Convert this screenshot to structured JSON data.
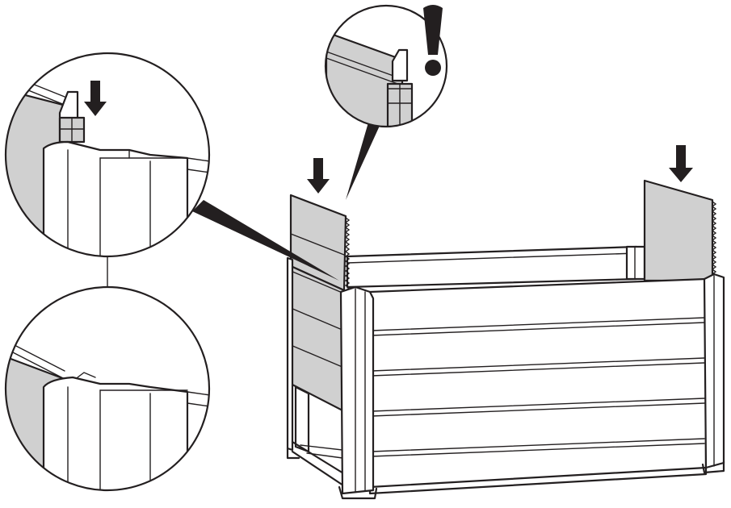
{
  "figure": {
    "kind": "assembly-instruction",
    "caption": "",
    "colors": {
      "ink": "#231f20",
      "panel": "#d0d0d0",
      "paper": "#ffffff"
    },
    "icons": {
      "press_arrow": "down-arrow-icon",
      "warning": "exclamation-icon"
    },
    "callouts": [
      {
        "id": "top-left",
        "shows": "panel-inserted-into-corner-post"
      },
      {
        "id": "top-center",
        "shows": "panel-edge-profile-warning"
      },
      {
        "id": "bottom-left",
        "shows": "corner-post-seated"
      }
    ],
    "press_arrows": 3
  }
}
